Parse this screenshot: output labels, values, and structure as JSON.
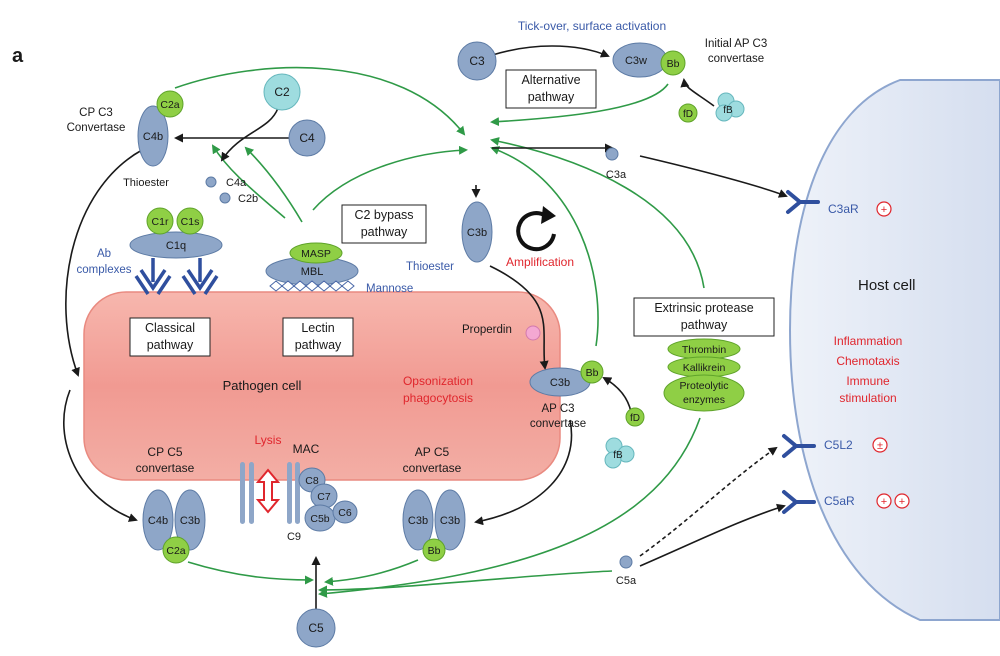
{
  "panel_label": "a",
  "labels": {
    "tickover": "Tick-over, surface activation",
    "initial_ap_1": "Initial AP C3",
    "initial_ap_2": "convertase",
    "cp_c3_1": "CP C3",
    "cp_c3_2": "Convertase",
    "thioester": "Thioester",
    "ab_1": "Ab",
    "ab_2": "complexes",
    "mannose": "Mannose",
    "amplification": "Amplification",
    "properdin": "Properdin",
    "pathogen_cell": "Pathogen cell",
    "opsonization_1": "Opsonization",
    "opsonization_2": "phagocytosis",
    "ap_c3_1": "AP C3",
    "ap_c3_2": "convertase",
    "cp_c5_1": "CP C5",
    "cp_c5_2": "convertase",
    "ap_c5_1": "AP C5",
    "ap_c5_2": "convertase",
    "lysis": "Lysis",
    "mac": "MAC",
    "host_cell": "Host cell",
    "inflammation": "Inflammation",
    "chemotaxis": "Chemotaxis",
    "immune_1": "Immune",
    "immune_2": "stimulation"
  },
  "boxes": {
    "alternative_1": "Alternative",
    "alternative_2": "pathway",
    "c2bypass_1": "C2 bypass",
    "c2bypass_2": "pathway",
    "classical_1": "Classical",
    "classical_2": "pathway",
    "lectin_1": "Lectin",
    "lectin_2": "pathway",
    "extrinsic_1": "Extrinsic protease",
    "extrinsic_2": "pathway"
  },
  "molecules": {
    "c3": "C3",
    "c3w": "C3w",
    "bb": "Bb",
    "fd": "fD",
    "fb": "fB",
    "c2": "C2",
    "c4": "C4",
    "c2a": "C2a",
    "c4b": "C4b",
    "c4a": "C4a",
    "c2b": "C2b",
    "c3a": "C3a",
    "c3b": "C3b",
    "c1r": "C1r",
    "c1s": "C1s",
    "c1q": "C1q",
    "masp": "MASP",
    "mbl": "MBL",
    "thrombin": "Thrombin",
    "kallikrein": "Kallikrein",
    "proteolytic_1": "Proteolytic",
    "proteolytic_2": "enzymes",
    "c5": "C5",
    "c5a": "C5a",
    "c8": "C8",
    "c7": "C7",
    "c5b": "C5b",
    "c6": "C6",
    "c9": "C9"
  },
  "receptors": {
    "c3ar": "C3aR",
    "c3ar_sign": "+",
    "c5l2": "C5L2",
    "c5l2_sign": "±",
    "c5ar": "C5aR",
    "c5ar_sign_1": "+",
    "c5ar_sign_2": "+"
  },
  "colors": {
    "pathogen_fill": "#f19a92",
    "host_fill": "#dfe6f3",
    "node_fill": "#8ea6c8",
    "green_fill": "#8fcf45",
    "arrow_green": "#2f9a47",
    "text_blue": "#3a5aa8",
    "text_red": "#e0262d"
  }
}
